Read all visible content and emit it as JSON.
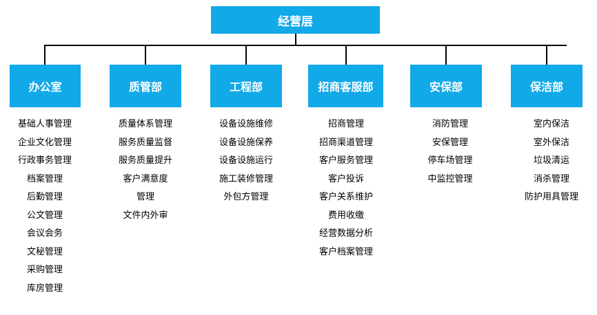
{
  "root": {
    "label": "经营层"
  },
  "departments": [
    {
      "name": "办公室",
      "duties": [
        "基础人事管理",
        "企业文化管理",
        "行政事务管理",
        "档案管理",
        "后勤管理",
        "公文管理",
        "会议会务",
        "文秘管理",
        "采购管理",
        "库房管理"
      ]
    },
    {
      "name": "质管部",
      "duties": [
        "质量体系管理",
        "服务质量监督",
        "服务质量提升",
        "客户满意度",
        "管理",
        "文件内外审"
      ]
    },
    {
      "name": "工程部",
      "duties": [
        "设备设施维修",
        "设备设施保养",
        "设备设施运行",
        "施工装修管理",
        "外包方管理"
      ]
    },
    {
      "name": "招商客服部",
      "duties": [
        "招商管理",
        "招商渠道管理",
        "客户服务管理",
        "客户投诉",
        "客户关系维护",
        "费用收缴",
        "经营数据分析",
        "客户档案管理"
      ]
    },
    {
      "name": "安保部",
      "duties": [
        "消防管理",
        "安保管理",
        "停车场管理",
        "中监控管理"
      ]
    },
    {
      "name": "保洁部",
      "duties": [
        "室内保洁",
        "室外保洁",
        "垃圾清运",
        "消杀管理",
        "防护用具管理"
      ]
    }
  ],
  "colors": {
    "box": "#12A9E8",
    "box_text": "#ffffff",
    "connector": "#000000",
    "text": "#000000"
  }
}
